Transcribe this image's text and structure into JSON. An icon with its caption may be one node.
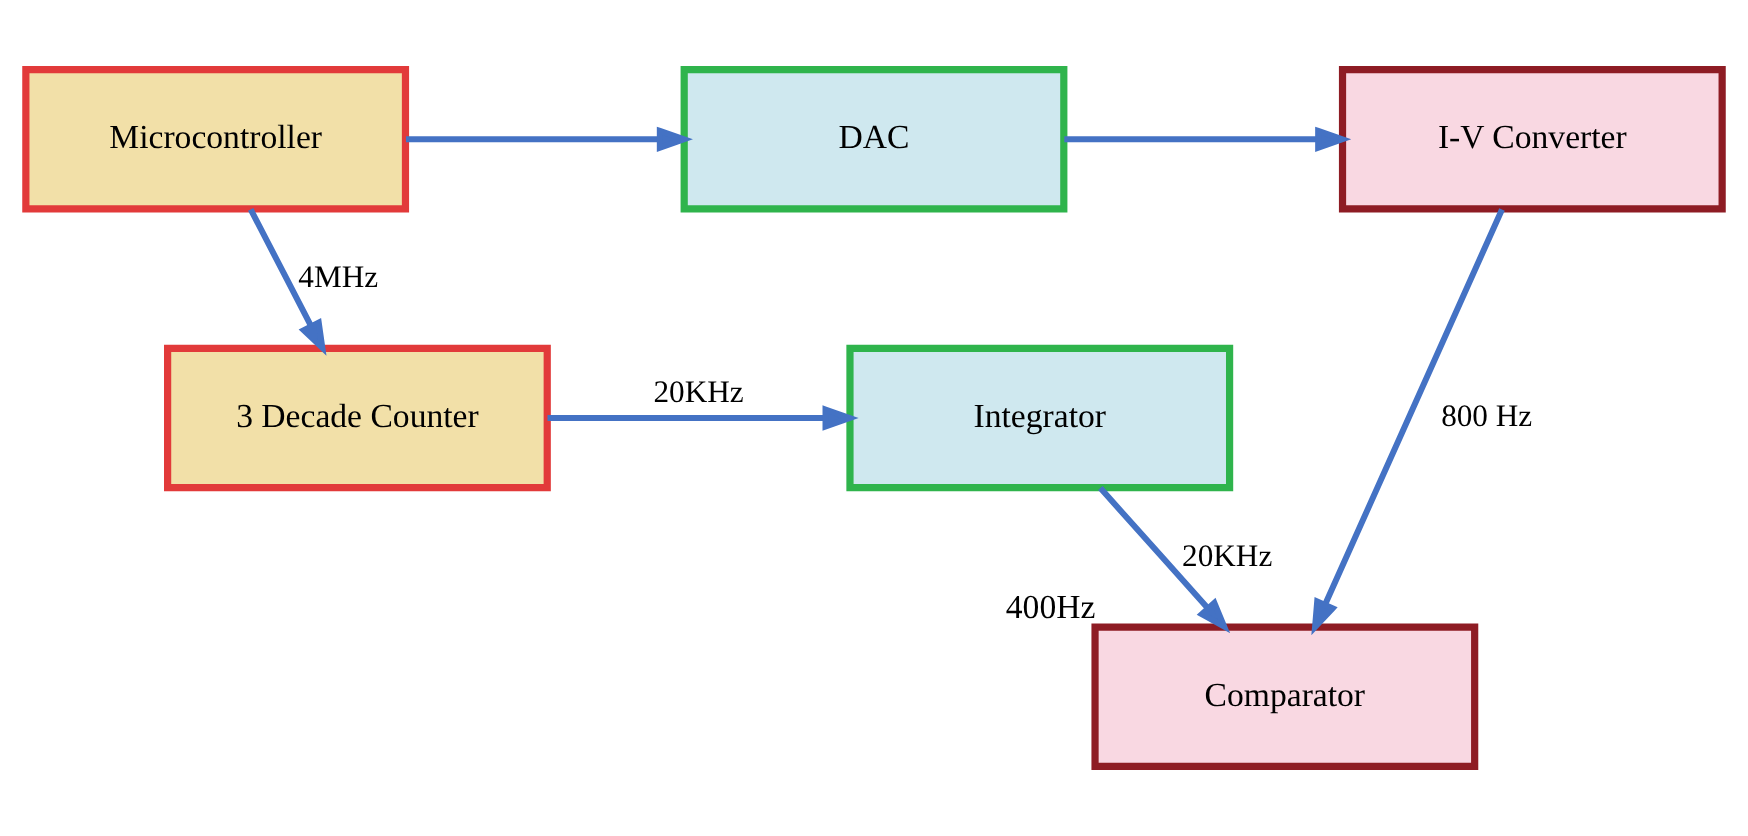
{
  "diagram": {
    "nodes": [
      {
        "text": [
          "Microcontroller"
        ]
      },
      {
        "text": [
          "DAC"
        ]
      },
      {
        "text": [
          "I-V Converter"
        ]
      },
      {
        "text": [
          "Comparator"
        ],
        "beside": [
          "400Hz"
        ]
      },
      {
        "text": [
          "3 Decade Counter"
        ]
      },
      {
        "text": [
          "Integrator"
        ]
      }
    ],
    "edges": [
      {
        "from": 0,
        "to": 1,
        "arrow": "to"
      },
      {
        "from": 1,
        "to": 2,
        "arrow": "to"
      },
      {
        "from": 2,
        "to": 3,
        "arrow": "to",
        "label": "800 Hz"
      },
      {
        "from": 0,
        "to": 4,
        "arrow": "to",
        "label": "4MHz"
      },
      {
        "from": 4,
        "to": 5,
        "arrow": "to",
        "label": "20KHz"
      },
      {
        "from": 5,
        "to": 3,
        "arrow": "to",
        "label": "20KHz"
      }
    ]
  }
}
